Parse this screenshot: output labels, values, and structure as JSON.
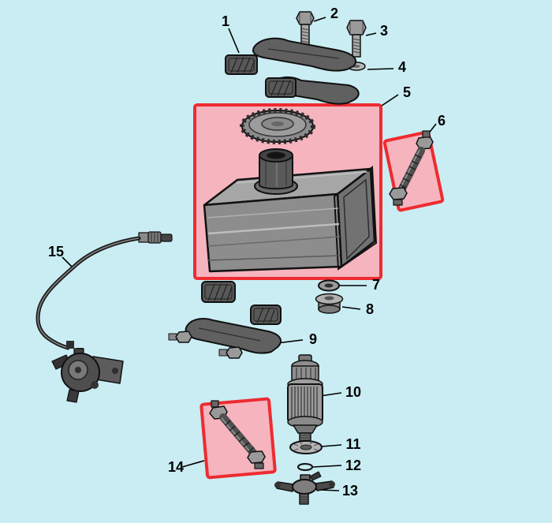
{
  "diagram": {
    "background_color": "#c9edf3",
    "highlight": {
      "border_color": "#ee2b30",
      "fill_color": "#f5b4be"
    },
    "highlighted_parts": [
      "5",
      "6",
      "14"
    ],
    "callouts": [
      {
        "label": "1"
      },
      {
        "label": "2"
      },
      {
        "label": "3"
      },
      {
        "label": "4"
      },
      {
        "label": "5"
      },
      {
        "label": "6"
      },
      {
        "label": "7"
      },
      {
        "label": "8"
      },
      {
        "label": "9"
      },
      {
        "label": "10"
      },
      {
        "label": "11"
      },
      {
        "label": "12"
      },
      {
        "label": "13"
      },
      {
        "label": "14"
      },
      {
        "label": "15"
      }
    ]
  }
}
